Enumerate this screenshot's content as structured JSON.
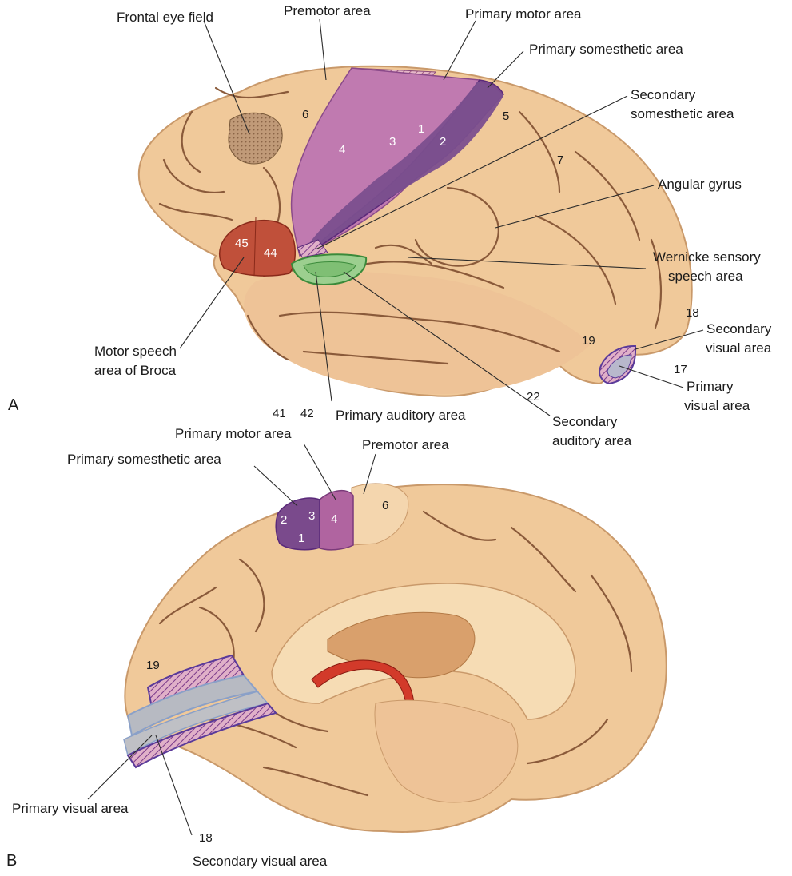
{
  "panels": {
    "a": "A",
    "b": "B"
  },
  "colors": {
    "brain": "#f0c99a",
    "brain_shadow": "#e2b584",
    "sulcus": "#8a5a3a",
    "premotor_band": "#c986b0",
    "primary_motor": "#b064a0",
    "somesthetic": "#7a4a8c",
    "broca": "#c0503a",
    "auditory": "#6fb36a",
    "visual_outline": "#5a3a9a",
    "frontal_eye": "#b89070",
    "corpus_callosum": "#f7e2c0",
    "thalamus": "#d9a06c",
    "fornix": "#d23a2a"
  },
  "lateral": {
    "labels": {
      "frontal_eye_field": "Frontal eye field",
      "premotor_area": "Premotor area",
      "primary_motor_area": "Primary motor area",
      "primary_somesthetic_area": "Primary somesthetic area",
      "secondary_somesthetic_1": "Secondary",
      "secondary_somesthetic_2": "somesthetic area",
      "angular_gyrus": "Angular gyrus",
      "wernicke_1": "Wernicke sensory",
      "wernicke_2": "speech area",
      "secondary_visual_1": "Secondary",
      "secondary_visual_2": "visual area",
      "primary_visual_1": "Primary",
      "primary_visual_2": "visual area",
      "secondary_auditory_1": "Secondary",
      "secondary_auditory_2": "auditory area",
      "primary_auditory_area": "Primary auditory area",
      "broca_1": "Motor speech",
      "broca_2": "area of Broca"
    },
    "numbers": {
      "n6": "6",
      "n4": "4",
      "n3": "3",
      "n1": "1",
      "n2": "2",
      "n5": "5",
      "n7": "7",
      "n45": "45",
      "n44": "44",
      "n18": "18",
      "n19": "19",
      "n17": "17",
      "n22": "22",
      "n41": "41",
      "n42": "42"
    }
  },
  "medial": {
    "labels": {
      "primary_motor_area": "Primary motor area",
      "premotor_area": "Premotor area",
      "primary_somesthetic_area": "Primary somesthetic area",
      "primary_visual_area": "Primary visual area",
      "secondary_visual_area": "Secondary visual area"
    },
    "numbers": {
      "n2": "2",
      "n3": "3",
      "n4": "4",
      "n1": "1",
      "n6": "6",
      "n19": "19",
      "n18": "18"
    }
  }
}
